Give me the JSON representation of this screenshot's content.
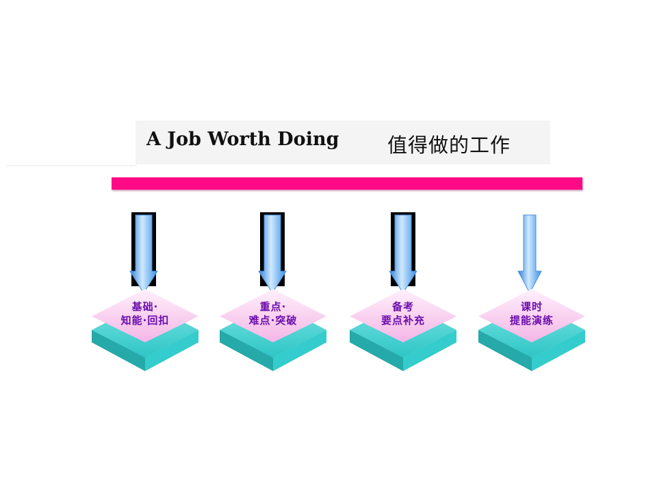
{
  "title": {
    "english": "A Job Worth Doing",
    "chinese": "值得做的工作"
  },
  "modules": [
    {
      "line1": "基础·",
      "line2": "知能·回扣"
    },
    {
      "line1": "重点·",
      "line2": "难点·突破"
    },
    {
      "line1": "备考",
      "line2": "要点补充"
    },
    {
      "line1": "课时",
      "line2": "提能演练"
    }
  ],
  "colors": {
    "bar": "#ff0a86",
    "arrow_light": "#bfe3ff",
    "arrow_dark": "#3f8fe0",
    "diamond_pink": "#f9c6ee",
    "slab_teal": "#3fcfcf",
    "label_text": "#6a0dad"
  }
}
